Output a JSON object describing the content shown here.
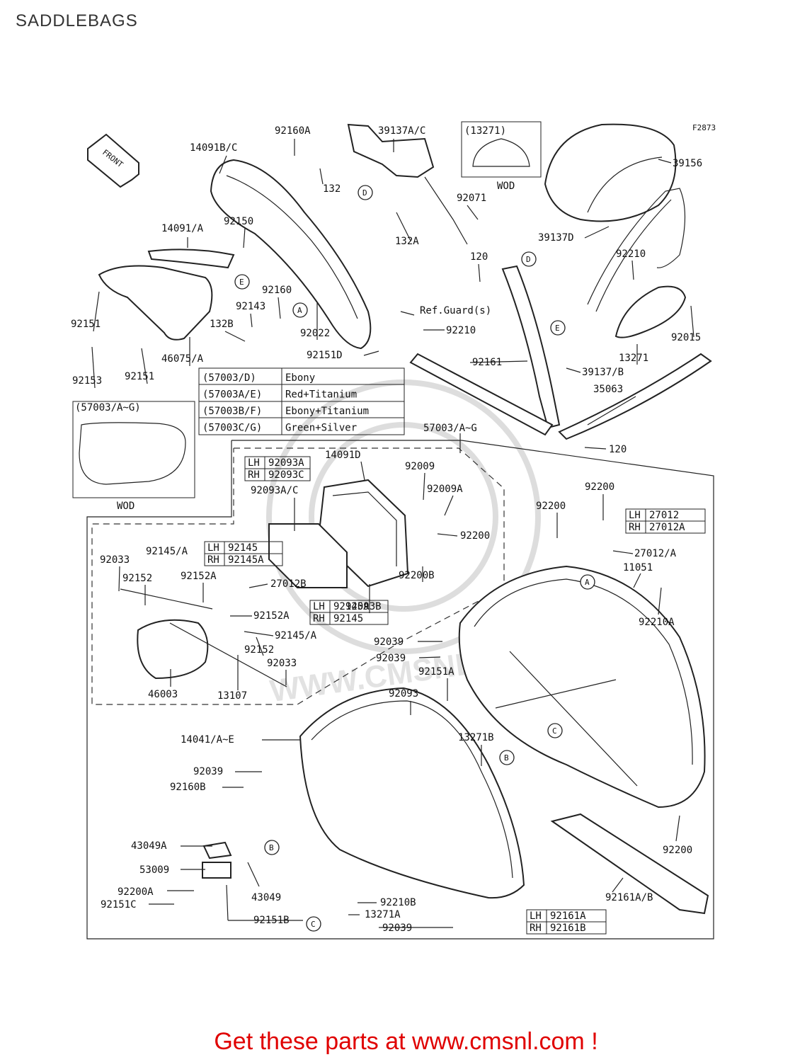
{
  "page_title": "SADDLEBAGS",
  "figure_code": "F2873",
  "front_label": "FRONT",
  "wod_label": "WOD",
  "callout_letters": [
    "A",
    "B",
    "C",
    "D",
    "E"
  ],
  "part_labels": {
    "p92160A": "92160A",
    "p39137AC": "39137A/C",
    "p14091BC": "14091B/C",
    "p132": "132",
    "p13271box": "(13271)",
    "p39156": "39156",
    "p92071": "92071",
    "p132A": "132A",
    "p14091A": "14091/A",
    "p92150": "92150",
    "p39137D": "39137D",
    "p92210_top": "92210",
    "p120_top": "120",
    "p92160": "92160",
    "p92143": "92143",
    "p92151_l1": "92151",
    "p132B": "132B",
    "p92022": "92022",
    "p92015": "92015",
    "p46075A": "46075/A",
    "refguard": "Ref.Guard(s)",
    "p92210_mid": "92210",
    "p92151D": "92151D",
    "p13271": "13271",
    "p92153": "92153",
    "p92151_l2": "92151",
    "p92161": "92161",
    "p39137B": "39137/B",
    "p35063": "35063",
    "p57003box": "(57003/A~G)",
    "p57003AG": "57003/A~G",
    "p120_bot": "120",
    "p14091D": "14091D",
    "p92009": "92009",
    "p92009A": "92009A",
    "p92093AC": "92093A/C",
    "p92200_a": "92200",
    "p92200_b": "92200",
    "p92200_c": "92200",
    "p92145A_1": "92145/A",
    "p92033_1": "92033",
    "p92152_1": "92152",
    "p92152A_1": "92152A",
    "p27012B": "27012B",
    "p92200B": "92200B",
    "p92093B": "92093B",
    "p27012A": "27012/A",
    "p11051": "11051",
    "p92210A": "92210A",
    "p92152A_2": "92152A",
    "p92145A_2": "92145/A",
    "p92152_2": "92152",
    "p92033_2": "92033",
    "p92039_1": "92039",
    "p92039_2": "92039",
    "p92151A": "92151A",
    "p46003": "46003",
    "p13107": "13107",
    "p92093": "92093",
    "p14041AE": "14041/A~E",
    "p13271B": "13271B",
    "p92039_3": "92039",
    "p92160B": "92160B",
    "p43049A": "43049A",
    "p53009": "53009",
    "p92200A": "92200A",
    "p92151C": "92151C",
    "p43049": "43049",
    "p92151B": "92151B",
    "p92210B": "92210B",
    "p13271A": "13271A",
    "p92039_4": "92039",
    "p92200_d": "92200",
    "p92161AB": "92161A/B"
  },
  "color_table": [
    {
      "code": "(57003/D)",
      "color": "Ebony"
    },
    {
      "code": "(57003A/E)",
      "color": "Red+Titanium"
    },
    {
      "code": "(57003B/F)",
      "color": "Ebony+Titanium"
    },
    {
      "code": "(57003C/G)",
      "color": "Green+Silver"
    }
  ],
  "side_tables": {
    "t92093": [
      {
        "side": "LH",
        "part": "92093A"
      },
      {
        "side": "RH",
        "part": "92093C"
      }
    ],
    "t92145_1": [
      {
        "side": "LH",
        "part": "92145"
      },
      {
        "side": "RH",
        "part": "92145A"
      }
    ],
    "t92145_2": [
      {
        "side": "LH",
        "part": "92145A"
      },
      {
        "side": "RH",
        "part": "92145"
      }
    ],
    "t27012": [
      {
        "side": "LH",
        "part": "27012"
      },
      {
        "side": "RH",
        "part": "27012A"
      }
    ],
    "t92161": [
      {
        "side": "LH",
        "part": "92161A"
      },
      {
        "side": "RH",
        "part": "92161B"
      }
    ]
  },
  "watermark_text": "WWW.CMSNL.COM",
  "footer_text": "Get these parts at www.cmsnl.com !",
  "colors": {
    "footer": "#e00000",
    "line": "#222222",
    "watermark": "#cccccc"
  }
}
